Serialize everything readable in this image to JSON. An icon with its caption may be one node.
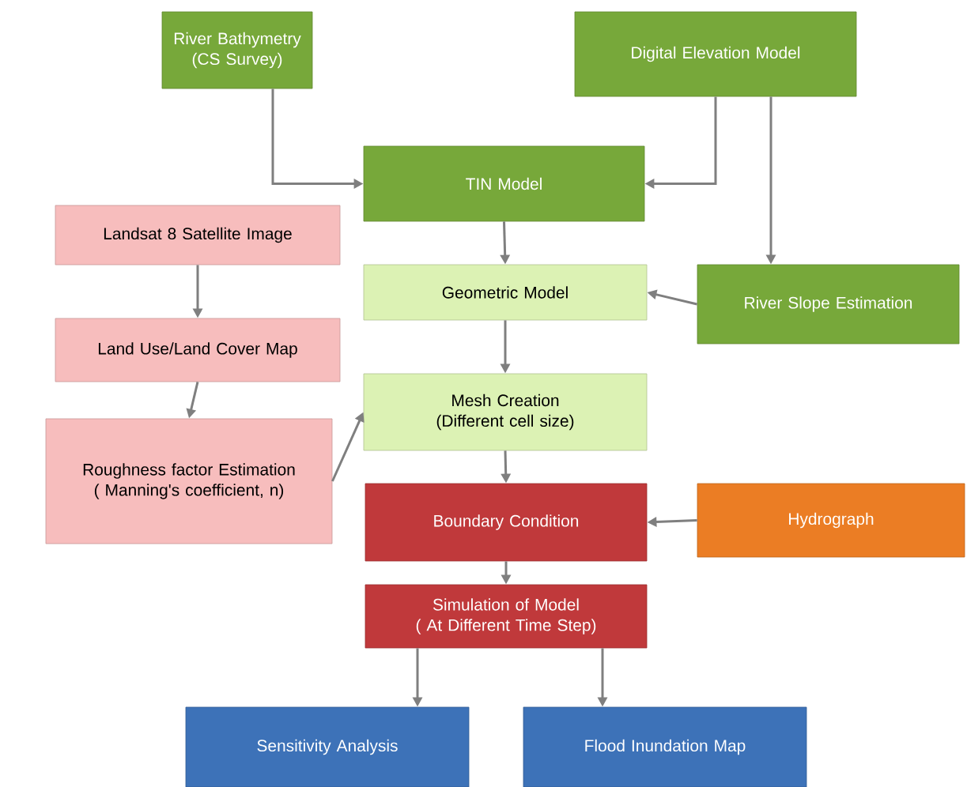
{
  "diagram": {
    "nodes": [
      {
        "text": [
          "River Bathymetry (CS Survey)"
        ]
      },
      {
        "text": [
          "Digital Elevation Model"
        ]
      },
      {
        "text": [
          "TIN Model"
        ]
      },
      {
        "text": [
          "Landsat 8 Satellite Image"
        ]
      },
      {
        "text": [
          "Geometric Model"
        ]
      },
      {
        "text": [
          "River Slope Estimation"
        ]
      },
      {
        "text": [
          "Land Use/Land Cover Map"
        ]
      },
      {
        "text": [
          "Mesh Creation",
          "(Different cell size)"
        ]
      },
      {
        "text": [
          "Roughness factor Estimation",
          "( Manning's coefficient, n)"
        ]
      },
      {
        "text": [
          "Boundary Condition"
        ]
      },
      {
        "text": [
          "Hydrograph"
        ]
      },
      {
        "text": [
          "Simulation of Model",
          "( At Different Time Step)"
        ]
      },
      {
        "text": [
          "Sensitivity Analysis"
        ]
      },
      {
        "text": [
          "Flood Inundation Map"
        ]
      }
    ],
    "edges": [
      {
        "from": 0,
        "to": 2,
        "arrow": "to"
      },
      {
        "from": 1,
        "to": 2,
        "arrow": "to"
      },
      {
        "from": 1,
        "to": 5,
        "arrow": "to"
      },
      {
        "from": 2,
        "to": 4,
        "arrow": "to"
      },
      {
        "from": 3,
        "to": 6,
        "arrow": "to"
      },
      {
        "from": 5,
        "to": 4,
        "arrow": "to"
      },
      {
        "from": 4,
        "to": 7,
        "arrow": "to"
      },
      {
        "from": 6,
        "to": 8,
        "arrow": "to"
      },
      {
        "from": 8,
        "to": 7,
        "arrow": "to"
      },
      {
        "from": 7,
        "to": 9,
        "arrow": "to"
      },
      {
        "from": 10,
        "to": 9,
        "arrow": "to"
      },
      {
        "from": 9,
        "to": 11,
        "arrow": "to"
      },
      {
        "from": 11,
        "to": 12,
        "arrow": "to"
      },
      {
        "from": 11,
        "to": 13,
        "arrow": "to"
      }
    ]
  }
}
